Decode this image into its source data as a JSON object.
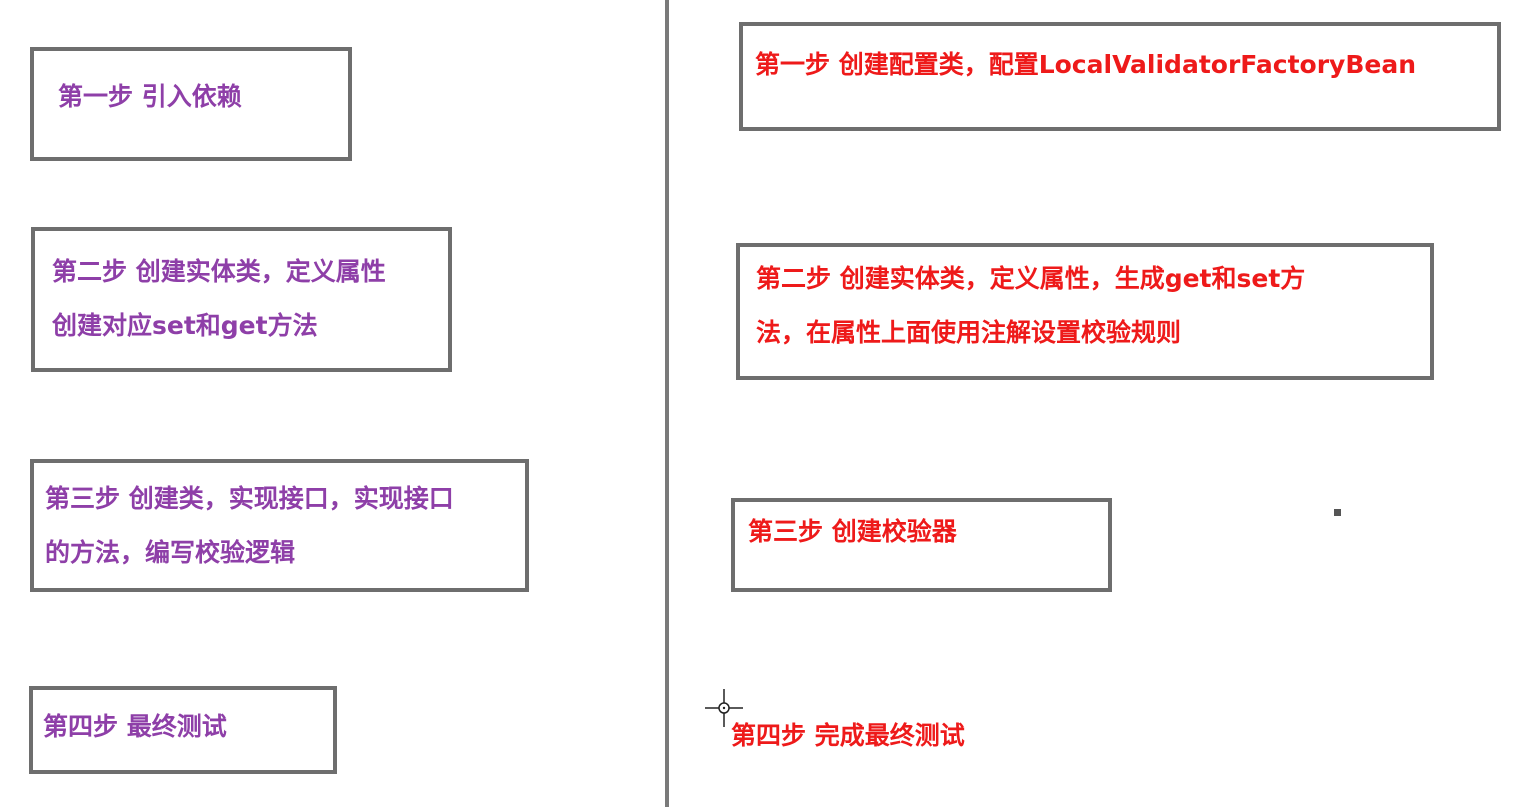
{
  "left_steps": [
    {
      "lines": [
        "第一步 引入依赖"
      ]
    },
    {
      "lines": [
        "第二步 创建实体类，定义属性",
        "创建对应set和get方法"
      ]
    },
    {
      "lines": [
        "第三步 创建类，实现接口，实现接口",
        "的方法，编写校验逻辑"
      ]
    },
    {
      "lines": [
        "第四步 最终测试"
      ]
    }
  ],
  "right_steps": [
    {
      "lines": [
        "第一步 创建配置类，配置LocalValidatorFactoryBean"
      ]
    },
    {
      "lines": [
        "第二步 创建实体类，定义属性，生成get和set方",
        "法，在属性上面使用注解设置校验规则"
      ]
    },
    {
      "lines": [
        "第三步 创建校验器"
      ]
    },
    {
      "lines": [
        "第四步 完成最终测试"
      ]
    }
  ],
  "colors": {
    "left_text": "#8e3fa8",
    "right_text": "#ee1a1a",
    "box_border": "#6e6e6e",
    "divider": "#7a7a7a"
  },
  "cursor": {
    "icon": "crosshair-cursor-icon"
  }
}
